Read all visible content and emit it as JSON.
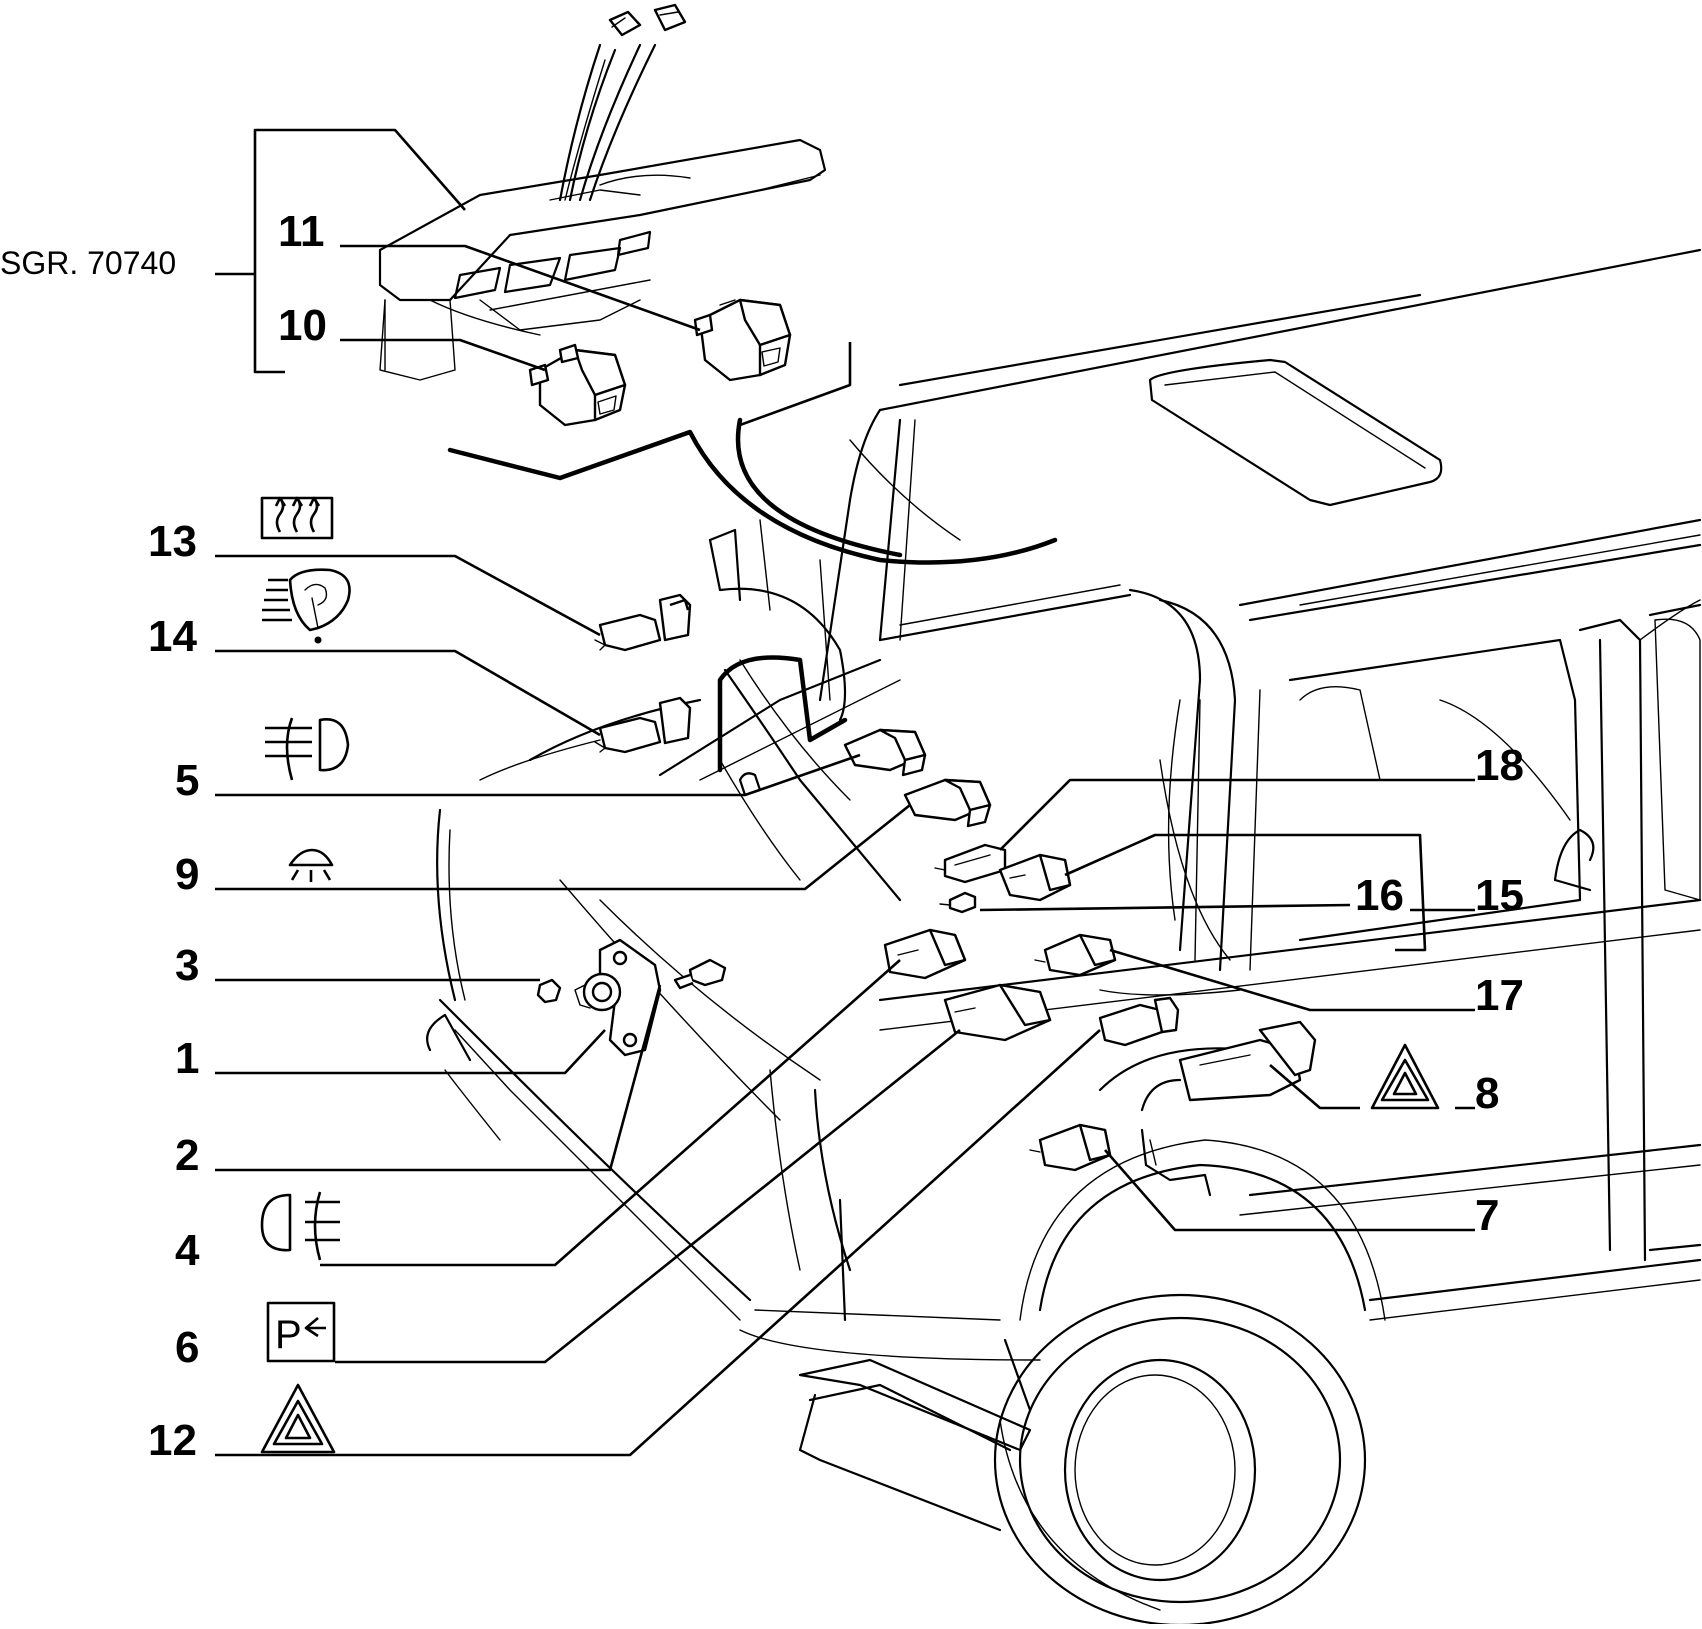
{
  "reference": {
    "text": "SGR. 70740"
  },
  "callouts": [
    {
      "id": "11",
      "label": "11"
    },
    {
      "id": "10",
      "label": "10"
    },
    {
      "id": "13",
      "label": "13",
      "icon": "rear-window-defrost-icon"
    },
    {
      "id": "14",
      "label": "14",
      "icon": "headlamp-washer-icon"
    },
    {
      "id": "5",
      "label": "5",
      "icon": "front-fog-light-icon"
    },
    {
      "id": "9",
      "label": "9",
      "icon": "courtesy-light-icon"
    },
    {
      "id": "3",
      "label": "3"
    },
    {
      "id": "1",
      "label": "1"
    },
    {
      "id": "2",
      "label": "2"
    },
    {
      "id": "4",
      "label": "4",
      "icon": "rear-fog-light-icon"
    },
    {
      "id": "6",
      "label": "6",
      "icon": "parking-light-icon"
    },
    {
      "id": "12",
      "label": "12",
      "icon": "hazard-warning-icon"
    },
    {
      "id": "18",
      "label": "18"
    },
    {
      "id": "16",
      "label": "16"
    },
    {
      "id": "15",
      "label": "15"
    },
    {
      "id": "17",
      "label": "17"
    },
    {
      "id": "8",
      "label": "8",
      "icon": "hazard-warning-icon"
    },
    {
      "id": "7",
      "label": "7"
    }
  ],
  "icon_glyphs": {
    "parking_light_letter": "P"
  }
}
